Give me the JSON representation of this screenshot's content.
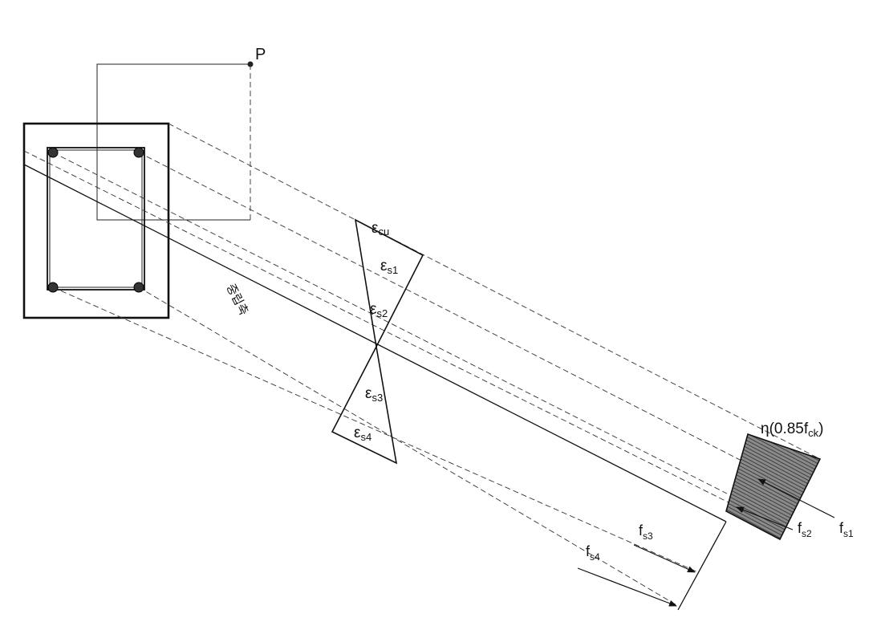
{
  "point_label": "P",
  "neutral_axis_label": "중립축",
  "strain": {
    "ecu": {
      "main": "ε",
      "sub": "cu"
    },
    "es1": {
      "main": "ε",
      "sub": "s1"
    },
    "es2": {
      "main": "ε",
      "sub": "s2"
    },
    "es3": {
      "main": "ε",
      "sub": "s3"
    },
    "es4": {
      "main": "ε",
      "sub": "s4"
    }
  },
  "stress": {
    "block_pre": "η(0.85f",
    "block_sub": "ck",
    "block_post": ")",
    "fs1": {
      "main": "f",
      "sub": "s1"
    },
    "fs2": {
      "main": "f",
      "sub": "s2"
    },
    "fs3": {
      "main": "f",
      "sub": "s3"
    },
    "fs4": {
      "main": "f",
      "sub": "s4"
    }
  }
}
